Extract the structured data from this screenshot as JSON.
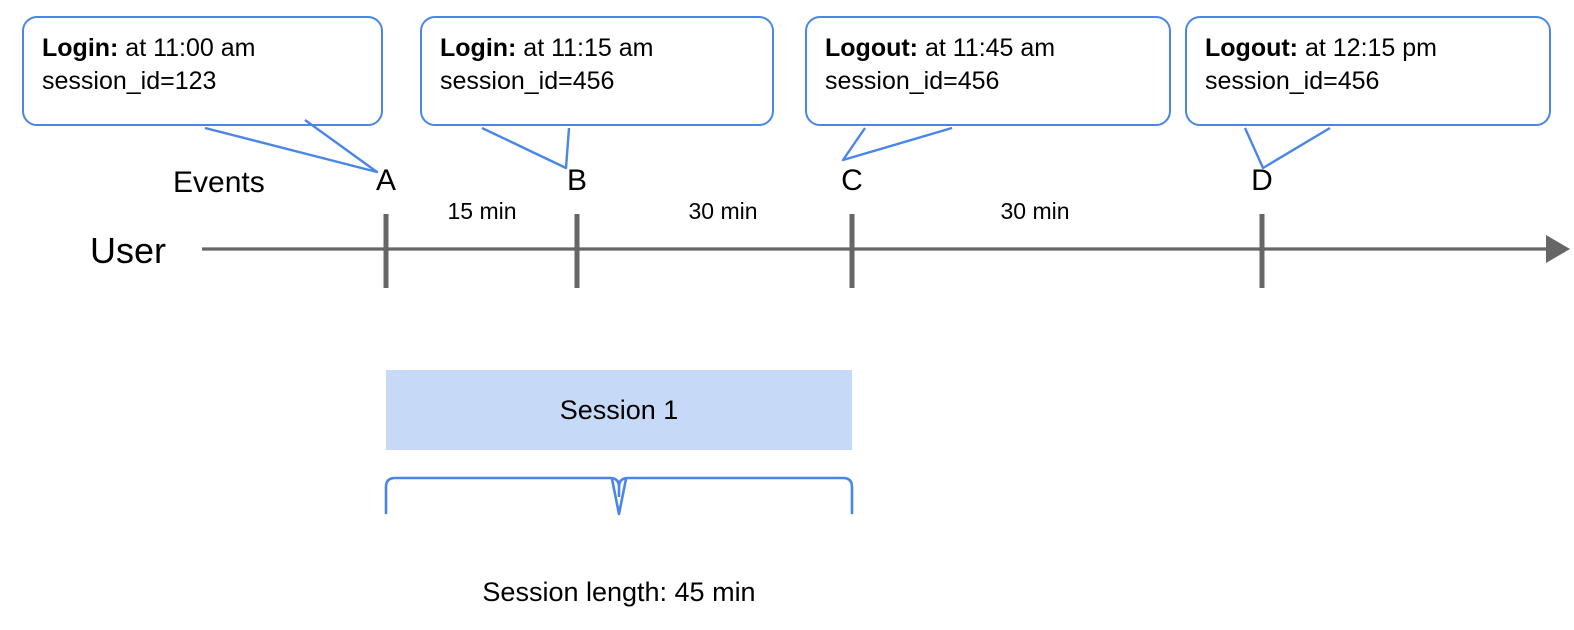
{
  "diagram": {
    "title_rows": {
      "events_label": "Events",
      "user_label": "User"
    },
    "callouts": [
      {
        "event": "Login:",
        "time": " at 11:00 am",
        "session": "session_id=123",
        "target": "A"
      },
      {
        "event": "Login:",
        "time": " at 11:15 am",
        "session": "session_id=456",
        "target": "B"
      },
      {
        "event": "Logout:",
        "time": " at 11:45 am",
        "session": "session_id=456",
        "target": "C"
      },
      {
        "event": "Logout:",
        "time": " at 12:15 pm",
        "session": "session_id=456",
        "target": "D"
      }
    ],
    "markers": [
      {
        "label": "A"
      },
      {
        "label": "B"
      },
      {
        "label": "C"
      },
      {
        "label": "D"
      }
    ],
    "intervals": [
      {
        "label": "15 min"
      },
      {
        "label": "30 min"
      },
      {
        "label": "30 min"
      }
    ],
    "session": {
      "bar_label": "Session 1",
      "caption": "Session length: 45 min"
    },
    "colors": {
      "callout_border": "#4a86e8",
      "brace": "#4a86e8",
      "axis": "#666666",
      "session_fill": "#c6d9f7"
    }
  }
}
